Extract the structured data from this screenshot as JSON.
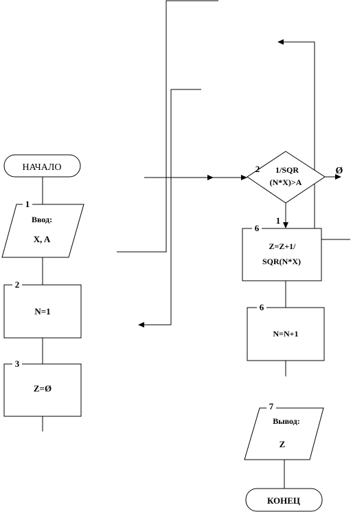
{
  "flowchart": {
    "start": {
      "label": "НАЧАЛО"
    },
    "end": {
      "label": "КОНЕЦ"
    },
    "blocks": [
      {
        "num": "1",
        "lines": [
          "Ввод:",
          "X, A"
        ]
      },
      {
        "num": "2",
        "lines": [
          "N=1"
        ]
      },
      {
        "num": "3",
        "lines": [
          "Z=Ø"
        ]
      },
      {
        "num": "2",
        "lines": [
          "1/SQR",
          "(N*X)>A"
        ]
      },
      {
        "num": "6",
        "lines": [
          "Z=Z+1/",
          "SQR(N*X)"
        ]
      },
      {
        "num": "6",
        "lines": [
          "N=N+1"
        ]
      },
      {
        "num": "7",
        "lines": [
          "Вывод:",
          "Z"
        ]
      }
    ],
    "branches": {
      "yes": "1",
      "no": "Ø"
    }
  }
}
